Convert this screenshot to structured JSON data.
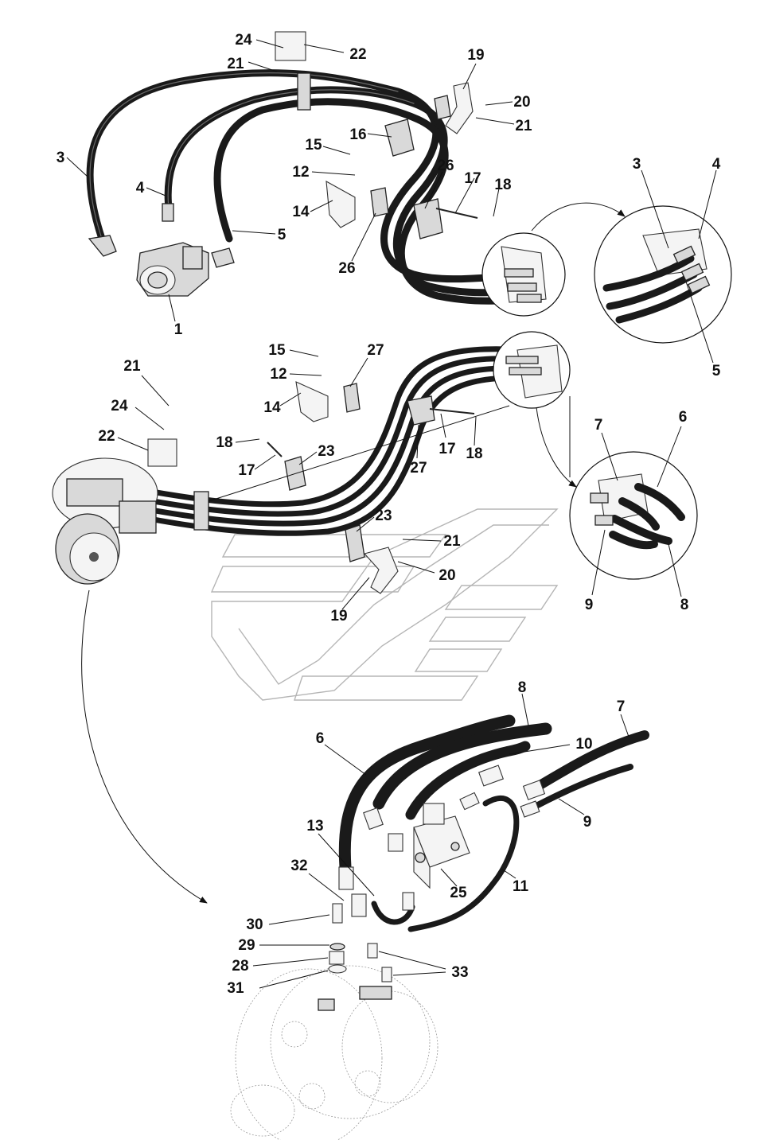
{
  "callouts": {
    "group_top": [
      "24",
      "22",
      "21",
      "19",
      "20",
      "21",
      "3",
      "16",
      "15",
      "12",
      "4",
      "26",
      "17",
      "18",
      "14",
      "5",
      "26",
      "1",
      "3",
      "4",
      "5"
    ],
    "group_middle": [
      "15",
      "27",
      "21",
      "12",
      "24",
      "14",
      "22",
      "18",
      "17",
      "23",
      "17",
      "27",
      "18",
      "23",
      "21",
      "20",
      "19",
      "7",
      "6",
      "9",
      "8"
    ],
    "group_bottom": [
      "8",
      "7",
      "6",
      "10",
      "9",
      "13",
      "32",
      "25",
      "11",
      "30",
      "29",
      "28",
      "33",
      "31"
    ]
  },
  "colors": {
    "hose": "#1a1a1a",
    "label": "#111111",
    "watermark": "#b5b5b5"
  }
}
